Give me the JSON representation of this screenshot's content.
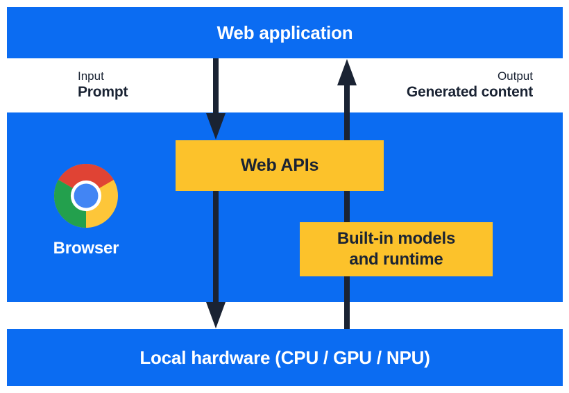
{
  "colors": {
    "layer-blue": "#0b6cf2",
    "box-yellow": "#fcc22b",
    "ink-navy": "#1a2333",
    "text-white": "#ffffff",
    "chrome-red": "#e04334",
    "chrome-yellow": "#fdc639",
    "chrome-green": "#23a04d",
    "chrome-blue": "#4285f4"
  },
  "layers": {
    "web_application": "Web application",
    "browser": "Browser",
    "local_hardware": "Local hardware (CPU / GPU / NPU)"
  },
  "flows": {
    "input": {
      "kind": "Input",
      "value": "Prompt"
    },
    "output": {
      "kind": "Output",
      "value": "Generated content"
    }
  },
  "boxes": {
    "web_apis": "Web APIs",
    "builtin_models_line1": "Built-in models",
    "builtin_models_line2": "and runtime"
  },
  "icons": {
    "chrome_logo": "chrome-browser-logo"
  }
}
